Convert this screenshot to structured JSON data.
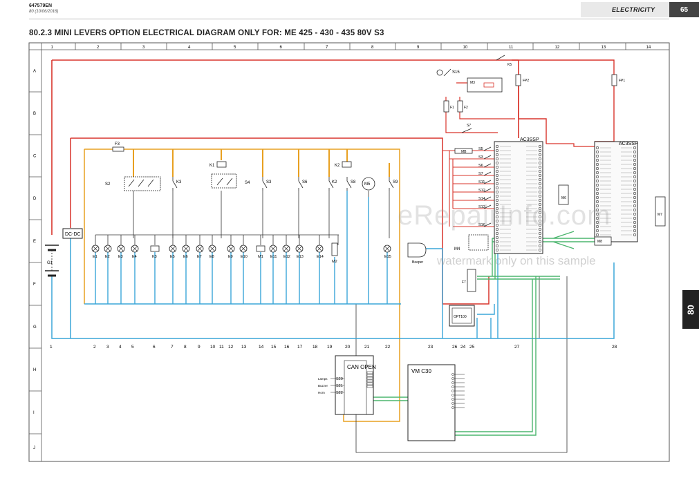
{
  "header": {
    "doc_id": "647579EN",
    "date": "80 (10/06/2016)",
    "section": "ELECTRICITY",
    "page": "65"
  },
  "title": "80.2.3   MINI LEVERS OPTION ELECTRICAL DIAGRAM ONLY FOR: ME 425 - 430 - 435 80V S3",
  "chapter_tab": "80",
  "watermark": {
    "main": "eRepairInfo.com",
    "sub": "watermark only on this sample"
  },
  "grid": {
    "columns": [
      "1",
      "2",
      "3",
      "4",
      "5",
      "6",
      "7",
      "8",
      "9",
      "10",
      "11",
      "12",
      "13",
      "14"
    ],
    "rows": [
      "A",
      "B",
      "C",
      "D",
      "E",
      "F",
      "G",
      "H",
      "I",
      "J"
    ]
  },
  "circuit_numbers": [
    "1",
    "2",
    "3",
    "4",
    "5",
    "6",
    "7",
    "8",
    "9",
    "10",
    "11",
    "12",
    "13",
    "14",
    "15",
    "16",
    "17",
    "18",
    "19",
    "20",
    "21",
    "22",
    "23",
    "26",
    "24",
    "25",
    "27",
    "28"
  ],
  "components": {
    "converter": "DC-DC",
    "battery": "G1",
    "fuse_left": "F3",
    "switches": [
      "S2",
      "K3",
      "S4",
      "S3",
      "S6",
      "K2",
      "S8",
      "S9"
    ],
    "relays": [
      "K1",
      "K2"
    ],
    "motor": "M5",
    "lamps": [
      "E1",
      "E2",
      "E3",
      "E4",
      "K3",
      "E5",
      "E6",
      "E7",
      "E8",
      "E9",
      "E10",
      "M1",
      "E11",
      "E12",
      "E13",
      "E14",
      "M2",
      "E15"
    ],
    "key_switch": "S15",
    "diode_module": "M3",
    "fuses_top": [
      "F1",
      "F2",
      "FP1",
      "FP2",
      "K5",
      "S7"
    ],
    "controllers": [
      "AC3SSP",
      "AC3SSP"
    ],
    "controller_switches": [
      "S5",
      "S3",
      "S6",
      "S7",
      "S11",
      "S12",
      "S14",
      "S13",
      "S16"
    ],
    "motors_right": [
      "M6",
      "M7",
      "M4",
      "M8"
    ],
    "beeper": "Beeper",
    "display": "OPT100",
    "can_module": "CAN OPEN",
    "can_inputs": [
      "S20",
      "S21",
      "S22"
    ],
    "can_input_labels": [
      "Lamps",
      "Buzzer",
      "Horn"
    ],
    "vm_module": "VM C30",
    "small_labels": [
      "F7",
      "M3",
      "MB",
      "M4"
    ]
  },
  "colors": {
    "red": "#d9342b",
    "orange": "#e8a020",
    "blue": "#3aa6d8",
    "green": "#4cb56e",
    "black": "#333333"
  }
}
